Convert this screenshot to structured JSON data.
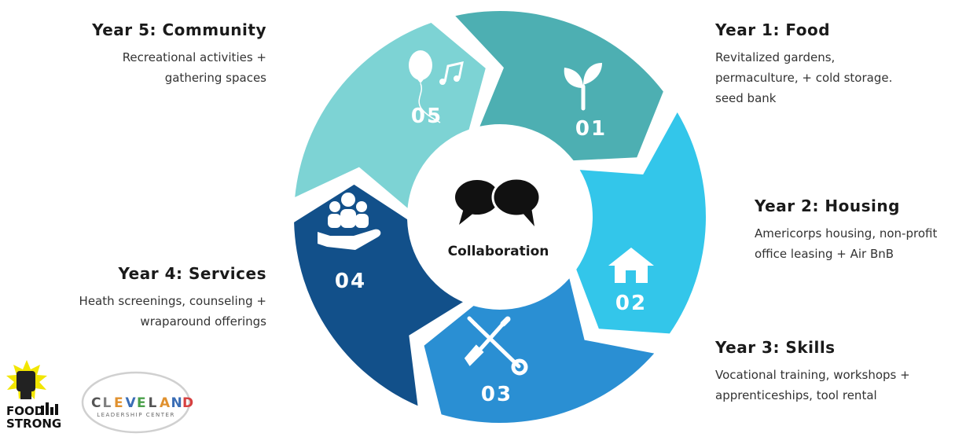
{
  "center": {
    "label": "Collaboration",
    "icon": "speech-bubbles-icon"
  },
  "steps": [
    {
      "number": "01",
      "title": "Year 1: Food",
      "lines": [
        "Revitalized gardens,",
        "permaculture, + cold storage.",
        "seed bank"
      ],
      "color": "#4dafb2",
      "icon": "sprout-icon"
    },
    {
      "number": "02",
      "title": "Year 2: Housing",
      "lines": [
        "Americorps housing, non-profit",
        "office leasing + Air BnB"
      ],
      "color": "#33c6ea",
      "icon": "house-icon"
    },
    {
      "number": "03",
      "title": "Year 3: Skills",
      "lines": [
        "Vocational training, workshops +",
        "apprenticeships, tool rental"
      ],
      "color": "#2a8fd3",
      "icon": "wrench-screwdriver-icon"
    },
    {
      "number": "04",
      "title": "Year 4: Services",
      "lines": [
        "Heath screenings, counseling +",
        "wraparound offerings"
      ],
      "color": "#12508a",
      "icon": "people-hand-icon"
    },
    {
      "number": "05",
      "title": "Year 5: Community",
      "lines": [
        "Recreational activities +",
        "gathering spaces"
      ],
      "color": "#7dd3d4",
      "icon": "balloon-music-icon"
    }
  ],
  "logos": {
    "foodstrong": {
      "line1": "FOOD",
      "line2": "STRONG",
      "icon": "fist-sun-logo"
    },
    "cleveland": {
      "letters": [
        "C",
        "L",
        "E",
        "V",
        "E",
        "L",
        "A",
        "N",
        "D"
      ],
      "letter_colors": [
        "#555555",
        "#7f7f7f",
        "#e0912f",
        "#3a6db5",
        "#4aa04a",
        "#555555",
        "#e0912f",
        "#3a6db5",
        "#d64040"
      ],
      "subtitle": "LEADERSHIP CENTER"
    }
  }
}
